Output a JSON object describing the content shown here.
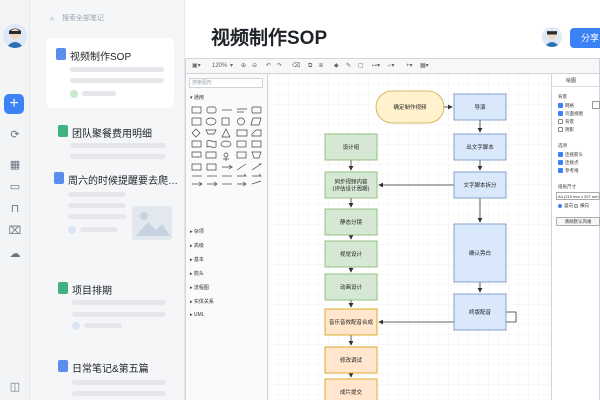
{
  "sidebar": {
    "search_placeholder": "搜索全部笔记"
  },
  "notes": [
    {
      "title": "视频制作SOP",
      "type": "doc"
    },
    {
      "title": "团队聚餐费用明细",
      "type": "sheet"
    },
    {
      "title": "周六的时候提醒要去爬…",
      "type": "doc"
    },
    {
      "title": "项目排期",
      "type": "sheet"
    },
    {
      "title": "日常笔记&第五篇",
      "type": "doc"
    }
  ],
  "header": {
    "title": "视频制作SOP",
    "share_label": "分享"
  },
  "editor": {
    "zoom": "120%",
    "shape_search_placeholder": "搜索图形",
    "categories": [
      "通用",
      "杂项",
      "高级",
      "基本",
      "箭头",
      "流程图",
      "实体关系",
      "UML"
    ],
    "format_tab": "绘图",
    "format": {
      "view_label": "背景",
      "grid": "网格",
      "page_view": "页面视图",
      "background": "背景",
      "shadow": "阴影",
      "options_label": "选项",
      "connection_arrows": "连接箭头",
      "connection_points": "连接点",
      "guides": "参考线",
      "paper_size_label": "纸张尺寸",
      "paper_size": "A4 (210 mm x 297 mm)",
      "portrait": "竖向",
      "landscape": "横向",
      "clear_default": "清除默认风格"
    }
  },
  "flowchart": {
    "nodes": {
      "start": "确定制作视频",
      "director": "导演",
      "script": "出文字脚本",
      "breakdown": "文字脚本拆分",
      "design": "设计组",
      "sync": "同步视频内容\n(评估设计周期)",
      "static": "静态分镜",
      "visual": "视觉设计",
      "anim": "动画设计",
      "confirm": "确认旁白",
      "dub": "终版配音",
      "merge": "音乐音效配音合成",
      "revise": "修改调试",
      "final": "成片提交"
    }
  },
  "colors": {
    "accent": "#3b82f6",
    "start_fill": "#fff2cc",
    "blue_fill": "#dae8fc",
    "green_fill": "#d5e8d4",
    "orange_fill": "#ffe6cc"
  }
}
